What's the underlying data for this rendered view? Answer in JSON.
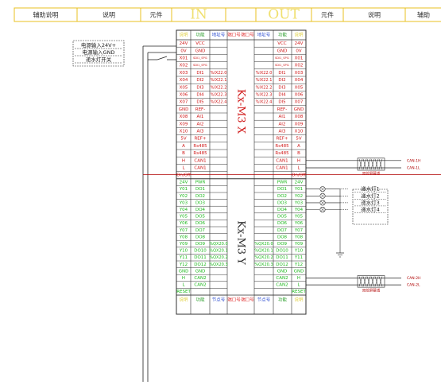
{
  "header": {
    "cells": [
      {
        "text": "辅助说明",
        "big": false
      },
      {
        "text": "说明",
        "big": false
      },
      {
        "text": "元件",
        "big": false
      },
      {
        "text": "IN",
        "big": true
      },
      {
        "text": "",
        "big": false
      },
      {
        "text": "OUT",
        "big": true
      },
      {
        "text": "元件",
        "big": false
      },
      {
        "text": "说明",
        "big": false
      },
      {
        "text": "辅助",
        "big": false
      }
    ]
  },
  "left_notes": [
    "电源输入24V+",
    "电源输入GND",
    "递水灯开关"
  ],
  "module": {
    "col_headers": [
      "说明",
      "功能",
      "地址号",
      "端口号",
      "端口号",
      "地址号",
      "功能",
      "说明"
    ],
    "footer_headers": [
      "说明",
      "功能",
      "节点号",
      "端口号",
      "端口号",
      "节点号",
      "功能",
      "说明"
    ],
    "title_x": "Kx-M3 X",
    "title_y": "Kx-M3 Y",
    "colors": {
      "x_text": "#d01818",
      "y_text": "#1cb81c",
      "header_text": "#e0d040",
      "border": "#303030",
      "wire": "#b00000"
    },
    "x_rows": [
      {
        "l": "24V",
        "f": "VCC",
        "f2": "",
        "r": "24V",
        "rf": "VCC",
        "ra": ""
      },
      {
        "l": "0V",
        "f": "GND",
        "f2": "",
        "r": "0V",
        "rf": "GND",
        "ra": ""
      },
      {
        "l": "X01",
        "f": "SDI1_SPI1",
        "f2": "",
        "r": "X01",
        "rf": "SDI1_SPI1",
        "ra": ""
      },
      {
        "l": "X02",
        "f": "SDI1_SPI1",
        "f2": "",
        "r": "X02",
        "rf": "SDI1_SPI1",
        "ra": ""
      },
      {
        "l": "X03",
        "f": "DI1",
        "f2": "%IX22.0",
        "r": "X03",
        "rf": "DI1",
        "ra": "%IX22.0"
      },
      {
        "l": "X04",
        "f": "DI2",
        "f2": "%IX22.1",
        "r": "X04",
        "rf": "DI2",
        "ra": "%IX22.1"
      },
      {
        "l": "X05",
        "f": "DI3",
        "f2": "%IX22.2",
        "r": "X05",
        "rf": "DI3",
        "ra": "%IX22.2"
      },
      {
        "l": "X06",
        "f": "DI4",
        "f2": "%IX22.3",
        "r": "X06",
        "rf": "DI4",
        "ra": "%IX22.3"
      },
      {
        "l": "X07",
        "f": "DI5",
        "f2": "%IX22.4",
        "r": "X07",
        "rf": "DI5",
        "ra": "%IX22.4"
      },
      {
        "l": "GND",
        "f": "REF-",
        "f2": "",
        "r": "GND",
        "rf": "REF-",
        "ra": ""
      },
      {
        "l": "X08",
        "f": "AI1",
        "f2": "",
        "r": "X08",
        "rf": "AI1",
        "ra": ""
      },
      {
        "l": "X09",
        "f": "AI2",
        "f2": "",
        "r": "X09",
        "rf": "AI2",
        "ra": ""
      },
      {
        "l": "X10",
        "f": "AI3",
        "f2": "",
        "r": "X10",
        "rf": "AI3",
        "ra": ""
      },
      {
        "l": "5V",
        "f": "REF+",
        "f2": "",
        "r": "5V",
        "rf": "REF+",
        "ra": ""
      },
      {
        "l": "A",
        "f": "Rs485",
        "f2": "",
        "r": "A",
        "rf": "Rs485",
        "ra": ""
      },
      {
        "l": "B",
        "f": "Rs485",
        "f2": "",
        "r": "B",
        "rf": "Rs485",
        "ra": ""
      },
      {
        "l": "H",
        "f": "CAN1",
        "f2": "",
        "r": "H",
        "rf": "CAN1",
        "ra": ""
      },
      {
        "l": "L",
        "f": "CAN1",
        "f2": "",
        "r": "L",
        "rf": "CAN1",
        "ra": ""
      },
      {
        "l": "On/Off",
        "f": "",
        "f2": "",
        "r": "On/Off",
        "rf": "",
        "ra": ""
      }
    ],
    "y_rows": [
      {
        "l": "24V",
        "f": "PWR",
        "f2": "",
        "r": "24V",
        "rf": "PWR",
        "ra": ""
      },
      {
        "l": "Y01",
        "f": "DO1",
        "f2": "",
        "r": "Y01",
        "rf": "DO1",
        "ra": ""
      },
      {
        "l": "Y02",
        "f": "DO2",
        "f2": "",
        "r": "Y02",
        "rf": "DO2",
        "ra": ""
      },
      {
        "l": "Y03",
        "f": "DO3",
        "f2": "",
        "r": "Y03",
        "rf": "DO3",
        "ra": ""
      },
      {
        "l": "Y04",
        "f": "DO4",
        "f2": "",
        "r": "Y04",
        "rf": "DO4",
        "ra": ""
      },
      {
        "l": "Y05",
        "f": "DO5",
        "f2": "",
        "r": "Y05",
        "rf": "DO5",
        "ra": ""
      },
      {
        "l": "Y06",
        "f": "DO6",
        "f2": "",
        "r": "Y06",
        "rf": "DO6",
        "ra": ""
      },
      {
        "l": "Y07",
        "f": "DO7",
        "f2": "",
        "r": "Y07",
        "rf": "DO7",
        "ra": ""
      },
      {
        "l": "Y08",
        "f": "DO8",
        "f2": "",
        "r": "Y08",
        "rf": "DO8",
        "ra": ""
      },
      {
        "l": "Y09",
        "f": "DO9",
        "f2": "%QX20.0",
        "r": "Y09",
        "rf": "DO9",
        "ra": "%QX20.0"
      },
      {
        "l": "Y10",
        "f": "DO10",
        "f2": "%QX20.1",
        "r": "Y10",
        "rf": "DO10",
        "ra": "%QX20.1"
      },
      {
        "l": "Y11",
        "f": "DO11",
        "f2": "%QX20.2",
        "r": "Y11",
        "rf": "DO11",
        "ra": "%QX20.2"
      },
      {
        "l": "Y12",
        "f": "DO12",
        "f2": "%QX20.3",
        "r": "Y12",
        "rf": "DO12",
        "ra": "%QX20.3"
      },
      {
        "l": "GND",
        "f": "GND",
        "f2": "",
        "r": "GND",
        "rf": "GND",
        "ra": ""
      },
      {
        "l": "H",
        "f": "CAN2",
        "f2": "",
        "r": "H",
        "rf": "CAN2",
        "ra": ""
      },
      {
        "l": "L",
        "f": "CAN2",
        "f2": "",
        "r": "L",
        "rf": "CAN2",
        "ra": ""
      },
      {
        "l": "RESET",
        "f": "",
        "f2": "",
        "r": "RESET",
        "rf": "",
        "ra": ""
      }
    ]
  },
  "right_lamps": [
    "递水灯1",
    "递水灯2",
    "递水灯3",
    "递水灯4"
  ],
  "can_labels": {
    "top_h": "CAN-1H",
    "top_l": "CAN-1L",
    "top_note": "双绞屏蔽线",
    "bot_h": "CAN-2H",
    "bot_l": "CAN-2L",
    "bot_note": "双绞屏蔽线"
  }
}
